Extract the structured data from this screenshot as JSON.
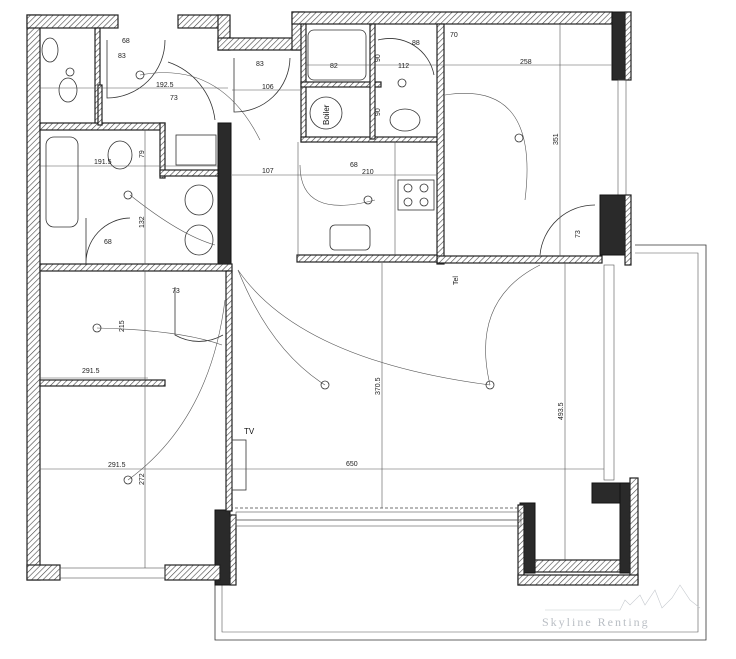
{
  "plan": {
    "fixtures": {
      "boiler": "Boiler",
      "tv": "TV"
    },
    "watermark": "Skyline Renting",
    "dimensions": {
      "wc_door": "68",
      "hall_door": "83",
      "hall_width": "192.5",
      "hall_depth": "73",
      "corridor_door": "83",
      "corridor_width": "106",
      "shower_width": "82",
      "shower_height": "90",
      "bath2_width": "112",
      "bath2_door": "88",
      "bath2_depth": "90",
      "bedroom2_width": "258",
      "bedroom2_door": "70",
      "bath_width": "191.5",
      "bath_depth": "79",
      "corridor2_width": "107",
      "kitchen_door": "68",
      "kitchen_width": "210",
      "bedroom2_depth": "351",
      "bath_height": "132",
      "bath_door": "68",
      "bedroom2_door_b": "73",
      "bedroom1_door": "73",
      "bedroom1_depth": "215",
      "closet_width": "291.5",
      "bedroom1_width": "291.5",
      "bedroom1_height": "272",
      "living_depth": "370.5",
      "living_width": "650",
      "living_depth_right": "493.5",
      "tel": "Tel"
    }
  }
}
